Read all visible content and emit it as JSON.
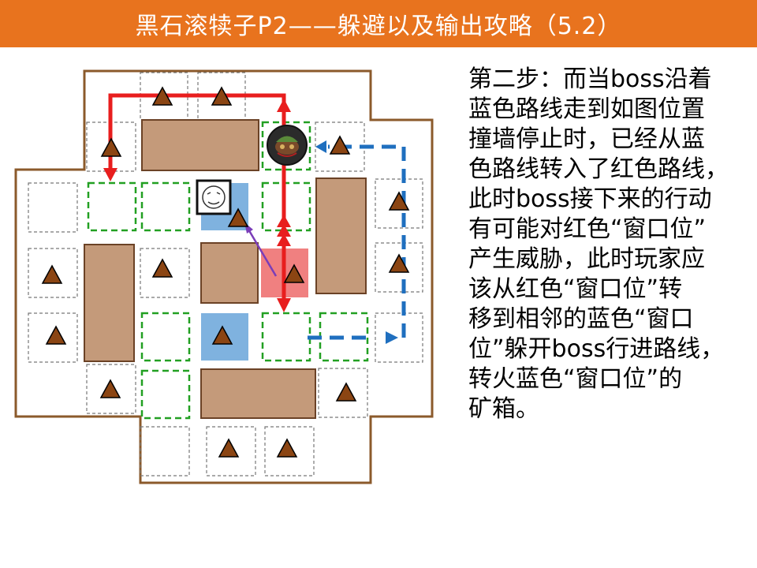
{
  "title": "黑石滚犊子P2——躲避以及输出攻略（5.2）",
  "description_lines": [
    "第二步：而当boss沿着",
    "蓝色路线走到如图位置",
    "撞墙停止时，已经从蓝",
    "色路线转入了红色路线，",
    "此时boss接下来的行动",
    "有可能对红色“窗口位”",
    "产生威胁，此时玩家应",
    "该从红色“窗口位”转",
    "移到相邻的蓝色“窗口",
    "位”躲开boss行进路线，",
    "转火蓝色“窗口位”的",
    "矿箱。"
  ],
  "colors": {
    "title_bg": "#E8731E",
    "title_text": "#FFFFFF",
    "arena_border": "#8B5A2B",
    "pillar_fill": "#C49A7A",
    "red_path": "#E81E1E",
    "blue_path": "#1F6FBF",
    "blue_window": "#7FB2DF",
    "red_window": "#F08080",
    "green_dashed": "#22A022",
    "purple_arrow": "#7A3DB8",
    "crate_fill": "#8B4513"
  },
  "icons": {
    "boss": "boss-icon",
    "player": "player-face-icon",
    "crate": "ore-crate-triangle-icon"
  }
}
